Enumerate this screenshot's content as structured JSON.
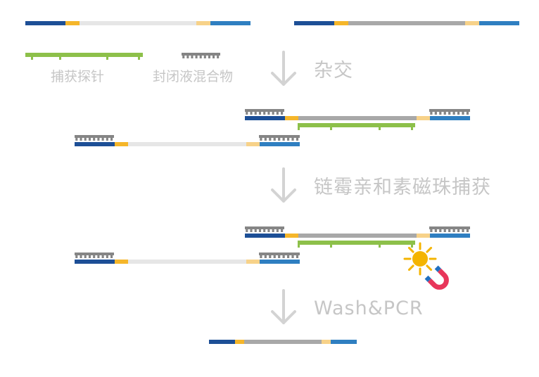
{
  "colors": {
    "adapter_dark": "#1d4f96",
    "adapter_light": "#2f7fc1",
    "index_yellow": "#f5b62a",
    "index_light": "#f7d289",
    "insert_light": "#e6e6e6",
    "insert_target": "#a8a8a8",
    "probe_green": "#8dc04a",
    "blocker_gray": "#858585",
    "arrow": "#d3d3d3",
    "label": "#c6c6c6",
    "bead_sun": "#f4b400",
    "magnet_red": "#e8365a",
    "magnet_blue": "#1f70c1"
  },
  "legend": {
    "probe_label": "捕获探针",
    "blocker_label": "封闭液混合物"
  },
  "steps": {
    "hybridization": "杂交",
    "capture": "链霉亲和素磁珠捕获",
    "wash_pcr": "Wash&PCR"
  },
  "icons": {
    "arrow": "down-arrow-icon",
    "bead": "streptavidin-bead-icon",
    "magnet": "magnet-icon"
  }
}
